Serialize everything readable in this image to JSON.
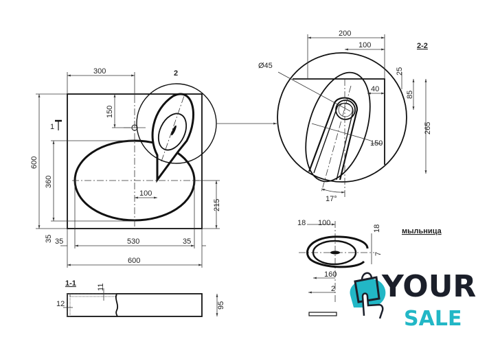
{
  "plan_view": {
    "detail_callout": "2",
    "section_marker": "1",
    "dims": {
      "top_offset": "300",
      "hole_from_top": "150",
      "overall_height": "600",
      "bowl_height": "360",
      "bottom_margin": "35",
      "bowl_offset": "100",
      "bowl_center_height": "215",
      "left_margin": "35",
      "bowl_width": "530",
      "right_margin": "35",
      "overall_width": "600"
    }
  },
  "section_1_1": {
    "title": "1-1",
    "dims": {
      "top_thickness": "11",
      "wall_thickness": "12",
      "height": "95"
    }
  },
  "detail_2_2": {
    "title": "2-2",
    "dims": {
      "hole_diameter": "Ø45",
      "width_200": "200",
      "width_100": "100",
      "d25": "25",
      "d85": "85",
      "d265": "265",
      "d40": "40",
      "d150": "150",
      "angle": "17°"
    }
  },
  "soap_dish": {
    "title": "мыльница",
    "dims": {
      "d18a": "18",
      "d100": "100",
      "d18b": "18",
      "d7": "7",
      "d160": "160",
      "d2": "2"
    }
  },
  "logo": {
    "line1": "YOUR",
    "line2": "SALE",
    "colors": {
      "dark": "#1b1f2a",
      "teal": "#22b7c6"
    }
  }
}
